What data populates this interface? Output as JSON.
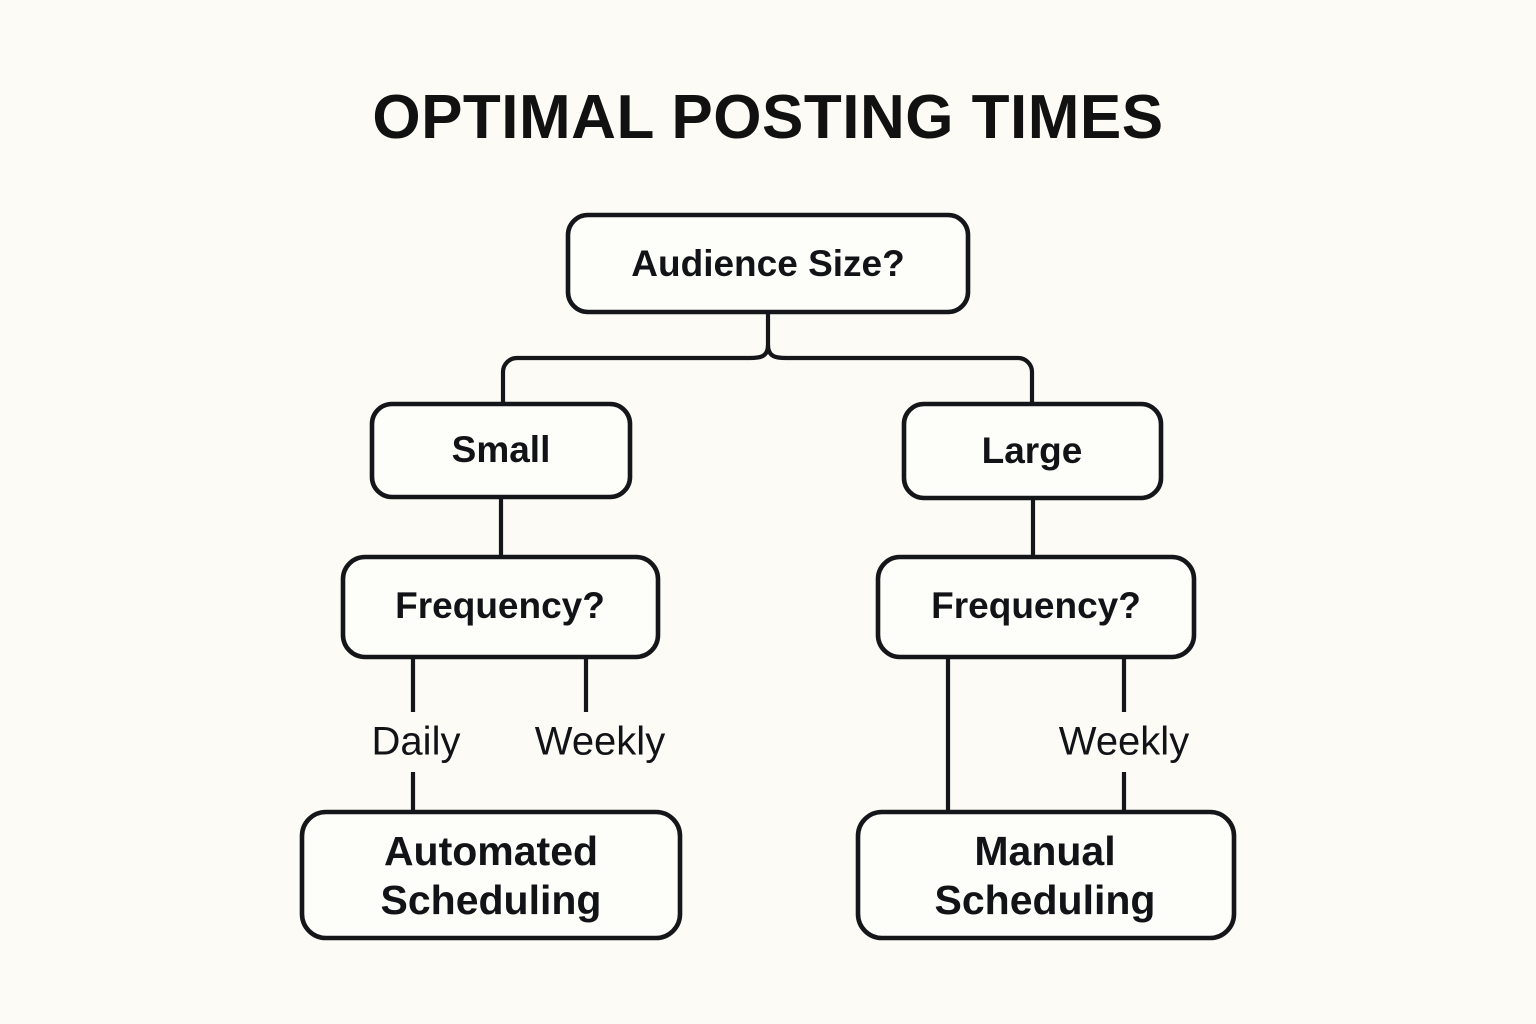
{
  "title": "OPTIMAL POSTING TIMES",
  "diagram": {
    "type": "decision-tree-flowchart",
    "background_color": "#FCFBF6",
    "node_fill_color": "#FDFDFA",
    "stroke_color": "#14161A",
    "nodes": [
      {
        "id": "root",
        "label": "Audience Size?",
        "kind": "decision"
      },
      {
        "id": "small",
        "label": "Small",
        "kind": "branch"
      },
      {
        "id": "large",
        "label": "Large",
        "kind": "branch"
      },
      {
        "id": "freq_left",
        "label": "Frequency?",
        "kind": "decision"
      },
      {
        "id": "freq_right",
        "label": "Frequency?",
        "kind": "decision"
      },
      {
        "id": "automated",
        "label": "Automated\nScheduling",
        "kind": "terminal",
        "line1": "Automated",
        "line2": "Scheduling"
      },
      {
        "id": "manual",
        "label": "Manual\nScheduling",
        "kind": "terminal",
        "line1": "Manual",
        "line2": "Scheduling"
      }
    ],
    "edges": [
      {
        "from": "root",
        "to": "small",
        "label": ""
      },
      {
        "from": "root",
        "to": "large",
        "label": ""
      },
      {
        "from": "small",
        "to": "freq_left",
        "label": ""
      },
      {
        "from": "large",
        "to": "freq_right",
        "label": ""
      },
      {
        "from": "freq_left",
        "to": "automated",
        "label": "Daily"
      },
      {
        "from": "freq_left",
        "to": null,
        "label": "Weekly"
      },
      {
        "from": "freq_right",
        "to": "manual",
        "label": ""
      },
      {
        "from": "freq_right",
        "to": "manual",
        "label": "Weekly"
      }
    ],
    "edge_labels": {
      "left_daily": "Daily",
      "left_weekly": "Weekly",
      "right_weekly": "Weekly"
    }
  }
}
